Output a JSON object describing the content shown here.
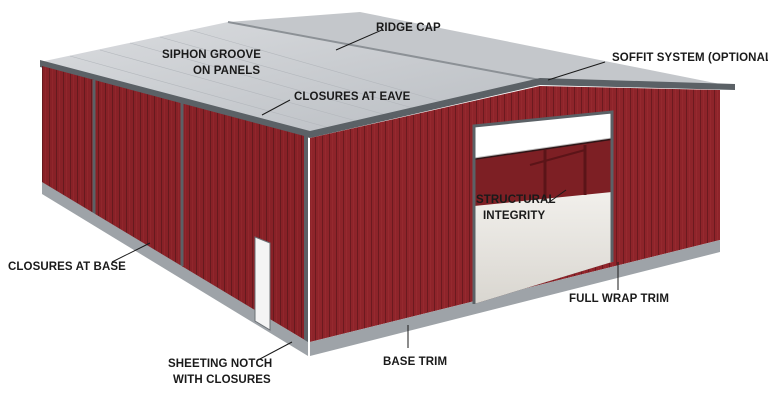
{
  "colors": {
    "wall_red": "#8e242a",
    "wall_red_dark": "#6f1a1f",
    "roof": "#c9ccd0",
    "trim": "#5b6166",
    "base": "#9ea3a8",
    "door": "#ffffff",
    "floor": "#e7e4df"
  },
  "labels": {
    "ridge_cap": "RIDGE CAP",
    "siphon_groove_line1": "SIPHON GROOVE",
    "siphon_groove_line2": "ON PANELS",
    "soffit_system": "SOFFIT SYSTEM (OPTIONAL)",
    "closures_at_eave": "CLOSURES AT EAVE",
    "structural_integrity_line1": "STRUCTURAL",
    "structural_integrity_line2": "INTEGRITY",
    "closures_at_base": "CLOSURES AT BASE",
    "full_wrap_trim": "FULL WRAP TRIM",
    "sheeting_notch_line1": "SHEETING NOTCH",
    "sheeting_notch_line2": "WITH CLOSURES",
    "base_trim": "BASE TRIM"
  }
}
